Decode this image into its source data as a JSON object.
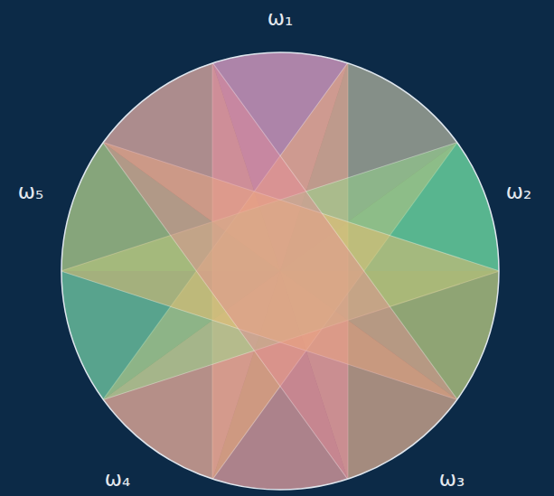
{
  "diagram": {
    "labels": [
      "ω₁",
      "ω₂",
      "ω₃",
      "ω₄",
      "ω₅"
    ]
  }
}
